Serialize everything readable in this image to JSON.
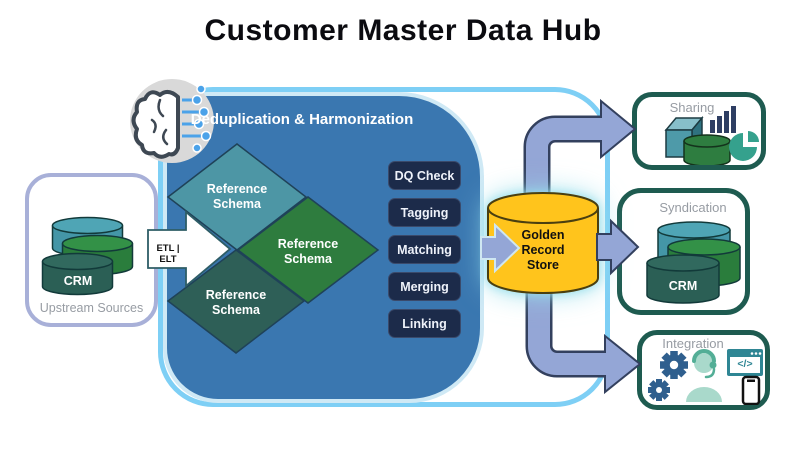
{
  "title": "Customer Master Data Hub",
  "upstream": {
    "label": "Upstream Sources",
    "crm_label": "CRM"
  },
  "etl": {
    "label": "ETL | ELT"
  },
  "hub": {
    "title": "Deduplication & Harmonization",
    "schemas": [
      "Reference Schema",
      "Reference Schema",
      "Reference Schema"
    ],
    "steps": [
      "DQ Check",
      "Tagging",
      "Matching",
      "Merging",
      "Linking"
    ]
  },
  "golden_store": {
    "label": "Golden Record Store"
  },
  "outputs": {
    "sharing": {
      "label": "Sharing"
    },
    "syndication": {
      "label": "Syndication",
      "crm_label": "CRM"
    },
    "integration": {
      "label": "Integration",
      "code_label": "</>"
    }
  },
  "colors": {
    "hub_blue": "#3A77B0",
    "outline_blue": "#7ECFF5",
    "step_navy": "#1C2B4A",
    "arrow_periwinkle": "#94A6D6",
    "golden_yellow": "#FFC41C",
    "output_border_green": "#1E5B50",
    "diamond_teal": "#4D96A5",
    "diamond_green": "#2E7C3E",
    "diamond_dark_teal": "#2E5F57",
    "upstream_border": "#A8B0D8",
    "label_gray": "#979CA3"
  }
}
